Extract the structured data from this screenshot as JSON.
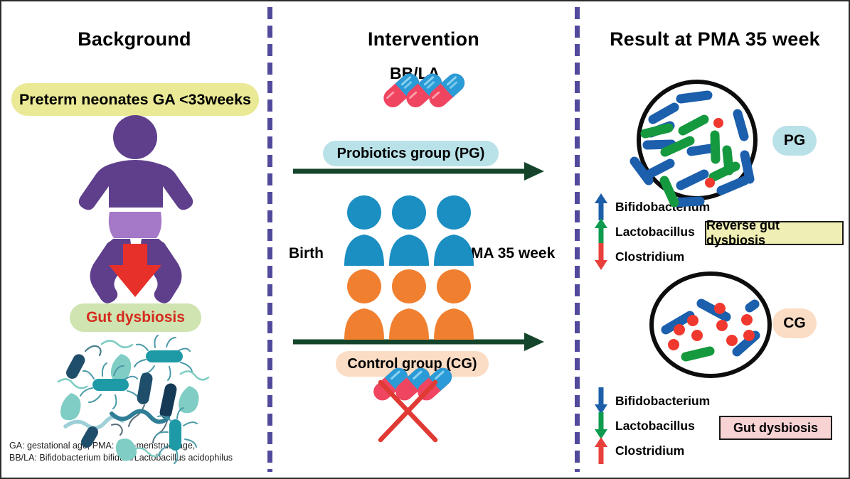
{
  "figure": {
    "type": "graphical-abstract",
    "panels": [
      "Background",
      "Intervention",
      "Result at PMA 35 week"
    ]
  },
  "background": {
    "title": "Background",
    "population_label": "Preterm neonates GA <33weeks",
    "population_pill_color": "#e9e996",
    "baby_icon": "infant-icon",
    "baby_color": "#5f3f8c",
    "diaper_color": "#a678c8",
    "down_arrow_icon": "red-down-arrow-icon",
    "down_arrow_color": "#e8302a",
    "outcome_label": "Gut dysbiosis",
    "outcome_text_color": "#d62b1f",
    "outcome_pill_color": "#cfe4b0",
    "microbiota_icon": "dysbiotic-microbiota-illustration",
    "footnote": "GA: gestational age, PMA: post-menstrual age,\nBB/LA: Bifidobacterium bifidum/Lactobacillus acidophilus"
  },
  "intervention": {
    "title": "Intervention",
    "supplement_label": "BB/LA",
    "capsule_icon": "capsule-pills-icon",
    "capsule_colors": {
      "top": "#2a9bd6",
      "bottom": "#ef4560"
    },
    "probiotics_group_label": "Probiotics group (PG)",
    "probiotics_pill_color": "#b9e1e8",
    "control_group_label": "Control group (CG)",
    "control_pill_color": "#fbdcc4",
    "crossed_capsule_icon": "no-probiotics-icon",
    "cross_color": "#e03a35",
    "timeline_start_label": "Birth",
    "timeline_end_label": "PMA 35 week",
    "arrow_icon": "timeline-arrow-icon",
    "arrow_color": "#14452b",
    "pg_people_icon": "people-group-icon",
    "pg_people_color": "#1b8ec2",
    "pg_people_count": 3,
    "cg_people_icon": "people-group-icon",
    "cg_people_color": "#f08030",
    "cg_people_count": 3
  },
  "result": {
    "title": "Result at PMA 35 week",
    "pg": {
      "badge": "PG",
      "badge_color": "#b9e1e8",
      "gut_icon": "gut-microbiota-circle-icon",
      "composition": {
        "blue_rods": 12,
        "green_rods": 7,
        "red_dots": 2
      },
      "changes": [
        {
          "taxon": "Bifidobacterium",
          "direction": "up",
          "color": "#1c5fa8",
          "icon": "arrow-up-icon"
        },
        {
          "taxon": "Lactobacillus",
          "direction": "up",
          "color": "#0f9b4f",
          "icon": "arrow-up-icon"
        },
        {
          "taxon": "Clostridium",
          "direction": "down",
          "color": "#e8403c",
          "icon": "arrow-down-icon"
        }
      ],
      "conclusion": "Reverse gut dysbiosis",
      "conclusion_bg": "#efeeb4"
    },
    "cg": {
      "badge": "CG",
      "badge_color": "#fbdcc4",
      "gut_icon": "gut-microbiota-circle-icon",
      "composition": {
        "blue_rods": 4,
        "green_rods": 1,
        "red_dots": 11
      },
      "changes": [
        {
          "taxon": "Bifidobacterium",
          "direction": "down",
          "color": "#1c5fa8",
          "icon": "arrow-down-icon"
        },
        {
          "taxon": "Lactobacillus",
          "direction": "down",
          "color": "#0f9b4f",
          "icon": "arrow-down-icon"
        },
        {
          "taxon": "Clostridium",
          "direction": "up",
          "color": "#e8403c",
          "icon": "arrow-up-icon"
        }
      ],
      "conclusion": "Gut dysbiosis",
      "conclusion_bg": "#f8d3d3"
    }
  },
  "colors": {
    "divider": "#514a9c",
    "frame": "#2b2b2b",
    "bacteria_dark_blue": "#1f4e6b",
    "bacteria_teal": "#1d9aa6",
    "bacteria_light_teal": "#7fcdc4"
  }
}
